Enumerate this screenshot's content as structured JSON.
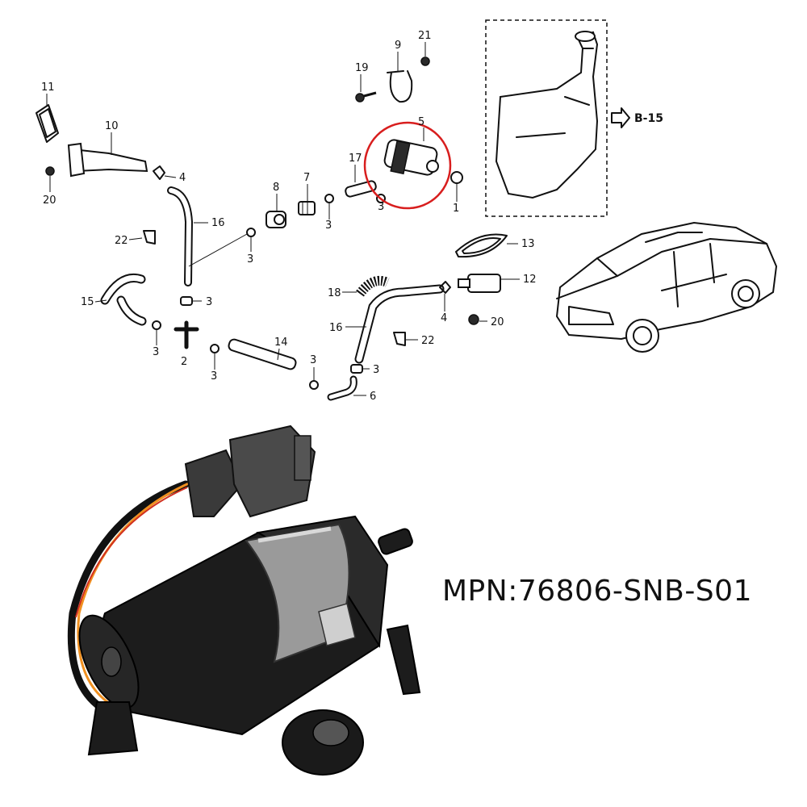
{
  "diagram": {
    "labels": {
      "p1": "1",
      "p2": "2",
      "p3": "3",
      "p4": "4",
      "p5": "5",
      "p6": "6",
      "p7": "7",
      "p8": "8",
      "p9": "9",
      "p10": "10",
      "p11": "11",
      "p12": "12",
      "p13": "13",
      "p14": "14",
      "p15": "15",
      "p16": "16",
      "p17": "17",
      "p18": "18",
      "p19": "19",
      "p20": "20",
      "p21": "21",
      "p22": "22"
    },
    "ref": "B-15",
    "highlight_color": "#d81e1e"
  },
  "product": {
    "mpn": "MPN:76806-SNB-S01"
  }
}
